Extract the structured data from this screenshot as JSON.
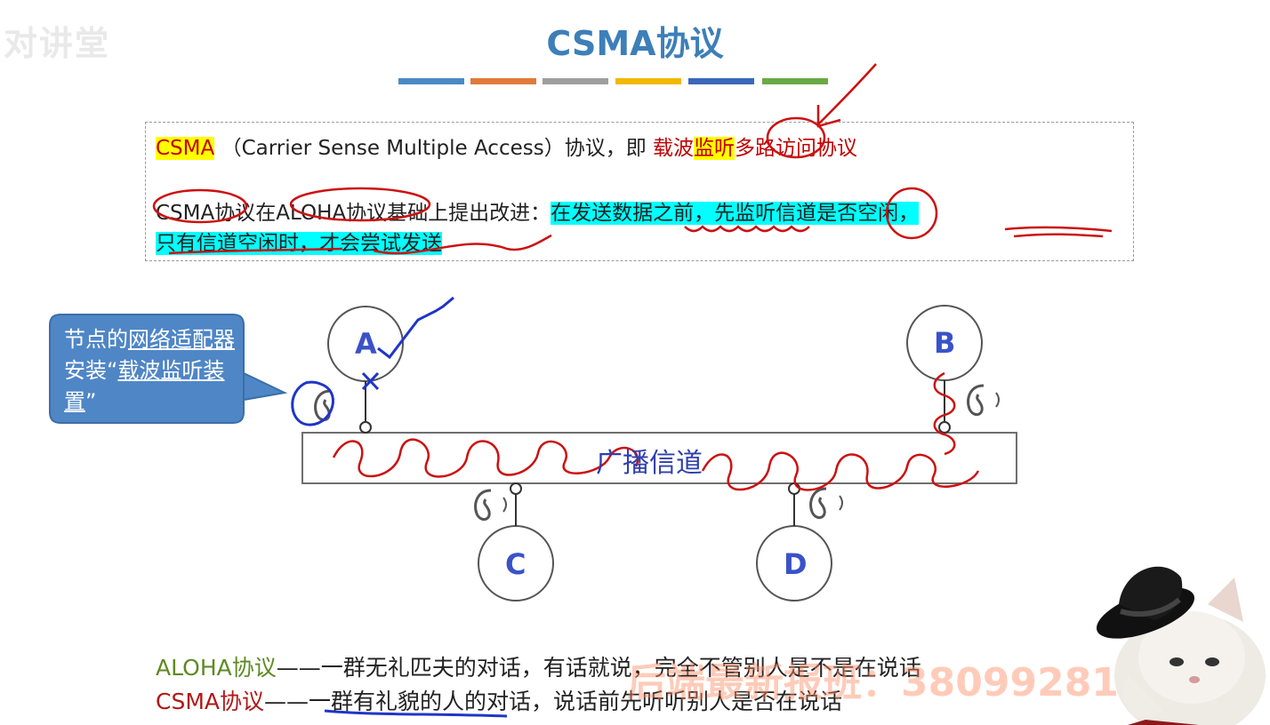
{
  "header": {
    "logo_text": "对讲堂",
    "title": "CSMA协议",
    "color_bars": [
      "#4a8ac4",
      "#e07a3c",
      "#9e9e9e",
      "#f2b800",
      "#3b68b8",
      "#6aaa44"
    ]
  },
  "definition": {
    "line1": {
      "term": "CSMA",
      "expansion": "（Carrier Sense Multiple Access）协议，即 ",
      "meaning_a": "载波",
      "meaning_highlight": "监听",
      "meaning_b": "多路访问协议"
    },
    "line2": {
      "prefix": "CSMA协议在ALOHA协议基础上提出改进：",
      "highlight_a": "在发送数据之前，先监听信道是否空闲，",
      "highlight_b": "只有信道空闲时，才会尝试发送"
    }
  },
  "callout": {
    "part1": "节点的",
    "part2": "网络适配器",
    "part3": "安装“",
    "part4": "载波监听装置",
    "part5": "”"
  },
  "diagram": {
    "nodes": [
      "A",
      "B",
      "C",
      "D"
    ],
    "channel_label": "广播信道"
  },
  "comparison": {
    "aloha_name": "ALOHA协议",
    "aloha_dash": "——",
    "aloha_desc": "一群无礼匹夫的对话，有话就说，完全不管别人是不是在说话",
    "csma_name": "CSMA协议",
    "csma_dash": "——",
    "csma_desc": "一群有礼貌的人的对话，说话前先听听别人是否在说话"
  },
  "watermark": "后端最新报班：380992810"
}
